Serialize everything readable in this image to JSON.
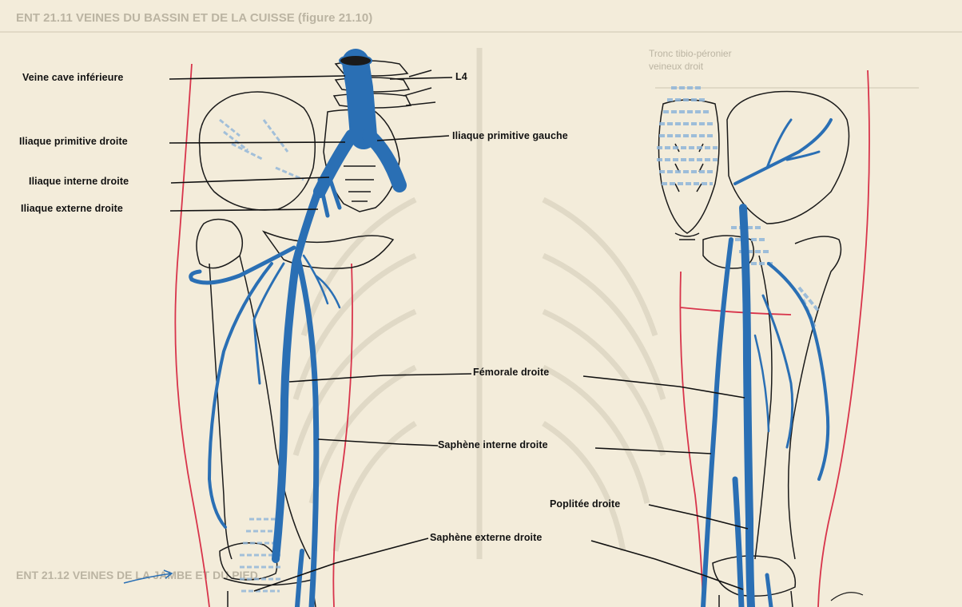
{
  "colors": {
    "paper": "#f3ecda",
    "vein": "#2a6fb4",
    "outline": "#1a1a1a",
    "skin_line": "#d8344b",
    "leader": "#111111",
    "ghost": "#c9c2b0"
  },
  "labels": {
    "veine_cave": "Veine cave inférieure",
    "l4": "L4",
    "iliaque_primitive_droite": "Iliaque primitive droite",
    "iliaque_primitive_gauche": "Iliaque primitive gauche",
    "iliaque_interne_droite": "Iliaque interne droite",
    "iliaque_externe_droite": "Iliaque externe droite",
    "femorale_droite": "Fémorale droite",
    "saphene_interne_droite": "Saphène interne droite",
    "poplitee_droite": "Poplitée droite",
    "saphene_externe_droite": "Saphène externe droite"
  },
  "background_text": {
    "top_left": "ENT 21.11 VEINES DU BASSIN ET DE LA CUISSE (figure 21.10)",
    "top_right_1": "Tronc tibio-péronier",
    "top_right_2": "veineux droit",
    "bottom_left": "ENT 21.12 VEINES DE LA JAMBE ET DU PIED"
  },
  "icons": {
    "left_leg": "anterior-leg-veins-illustration",
    "right_leg": "posterior-leg-veins-illustration"
  }
}
